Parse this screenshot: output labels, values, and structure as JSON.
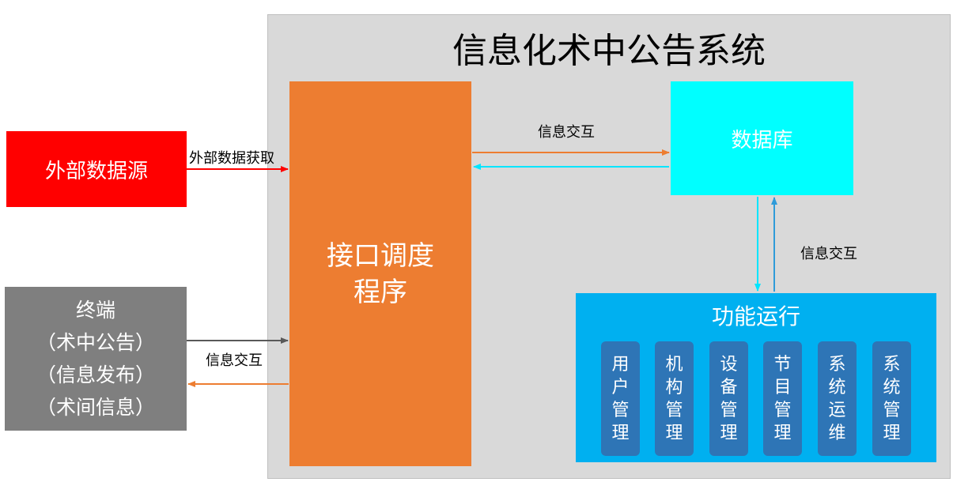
{
  "title": "信息化术中公告系统",
  "external_source": {
    "label": "外部数据源"
  },
  "terminal": {
    "lines": [
      "终端",
      "（术中公告）",
      "（信息发布）",
      "（术间信息）"
    ]
  },
  "interface_program": {
    "lines": [
      "接口调度",
      "程序"
    ]
  },
  "database": {
    "label": "数据库"
  },
  "functions": {
    "label": "功能运行",
    "modules": [
      {
        "chars": [
          "用",
          "户",
          "管",
          "理"
        ]
      },
      {
        "chars": [
          "机",
          "构",
          "管",
          "理"
        ]
      },
      {
        "chars": [
          "设",
          "备",
          "管",
          "理"
        ]
      },
      {
        "chars": [
          "节",
          "目",
          "管",
          "理"
        ]
      },
      {
        "chars": [
          "系",
          "统",
          "运",
          "维"
        ]
      },
      {
        "chars": [
          "系",
          "统",
          "管",
          "理"
        ]
      }
    ]
  },
  "edges": {
    "fetch_label": "外部数据获取",
    "exchange_top_label": "信息交互",
    "exchange_right_label": "信息交互",
    "exchange_left_label": "信息交互"
  },
  "colors": {
    "external_source": "#ff0000",
    "terminal": "#7f7f7f",
    "interface_program": "#ed7d31",
    "database": "#00ffff",
    "functions": "#00b0f0",
    "module": "#2e75b6",
    "panel": "#d9d9d9"
  }
}
